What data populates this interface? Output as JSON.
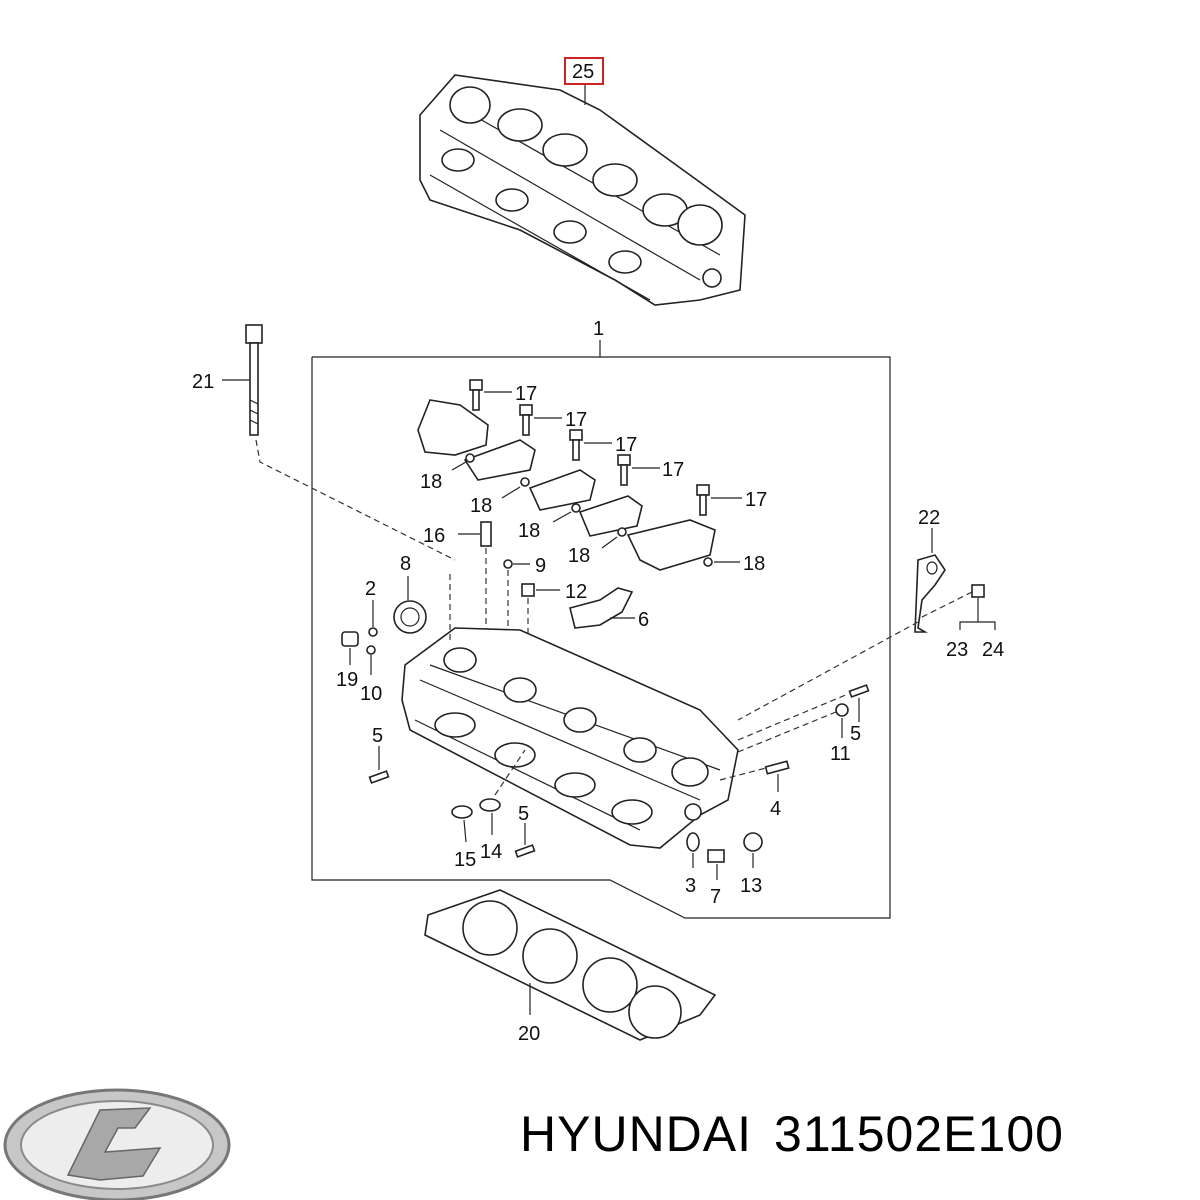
{
  "callouts": {
    "c1": "1",
    "c2": "2",
    "c3": "3",
    "c4": "4",
    "c5a": "5",
    "c5b": "5",
    "c5c": "5",
    "c6": "6",
    "c7": "7",
    "c8": "8",
    "c9": "9",
    "c10": "10",
    "c11": "11",
    "c12": "12",
    "c13": "13",
    "c14": "14",
    "c15": "15",
    "c16": "16",
    "c17a": "17",
    "c17b": "17",
    "c17c": "17",
    "c17d": "17",
    "c17e": "17",
    "c18a": "18",
    "c18b": "18",
    "c18c": "18",
    "c18d": "18",
    "c18e": "18",
    "c19": "19",
    "c20": "20",
    "c21": "21",
    "c22": "22",
    "c23": "23",
    "c24": "24",
    "c25": "25"
  },
  "highlight_color": "#cc2222",
  "caption": {
    "brand": "HYUNDAI",
    "part_number": "311502E100"
  },
  "logo": {
    "name": "hyundai-logo-icon"
  }
}
